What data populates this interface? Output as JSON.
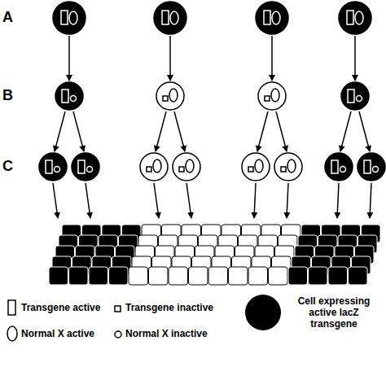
{
  "diagram": {
    "labels": [
      "A",
      "B",
      "C"
    ],
    "legend": [
      {
        "text": "Transgene active"
      },
      {
        "text": "Transgene inactive"
      },
      {
        "text": "Cell expressing active lacZ transgene"
      },
      {
        "text": "Normal X active"
      },
      {
        "text": "Normal X inactive"
      }
    ]
  }
}
